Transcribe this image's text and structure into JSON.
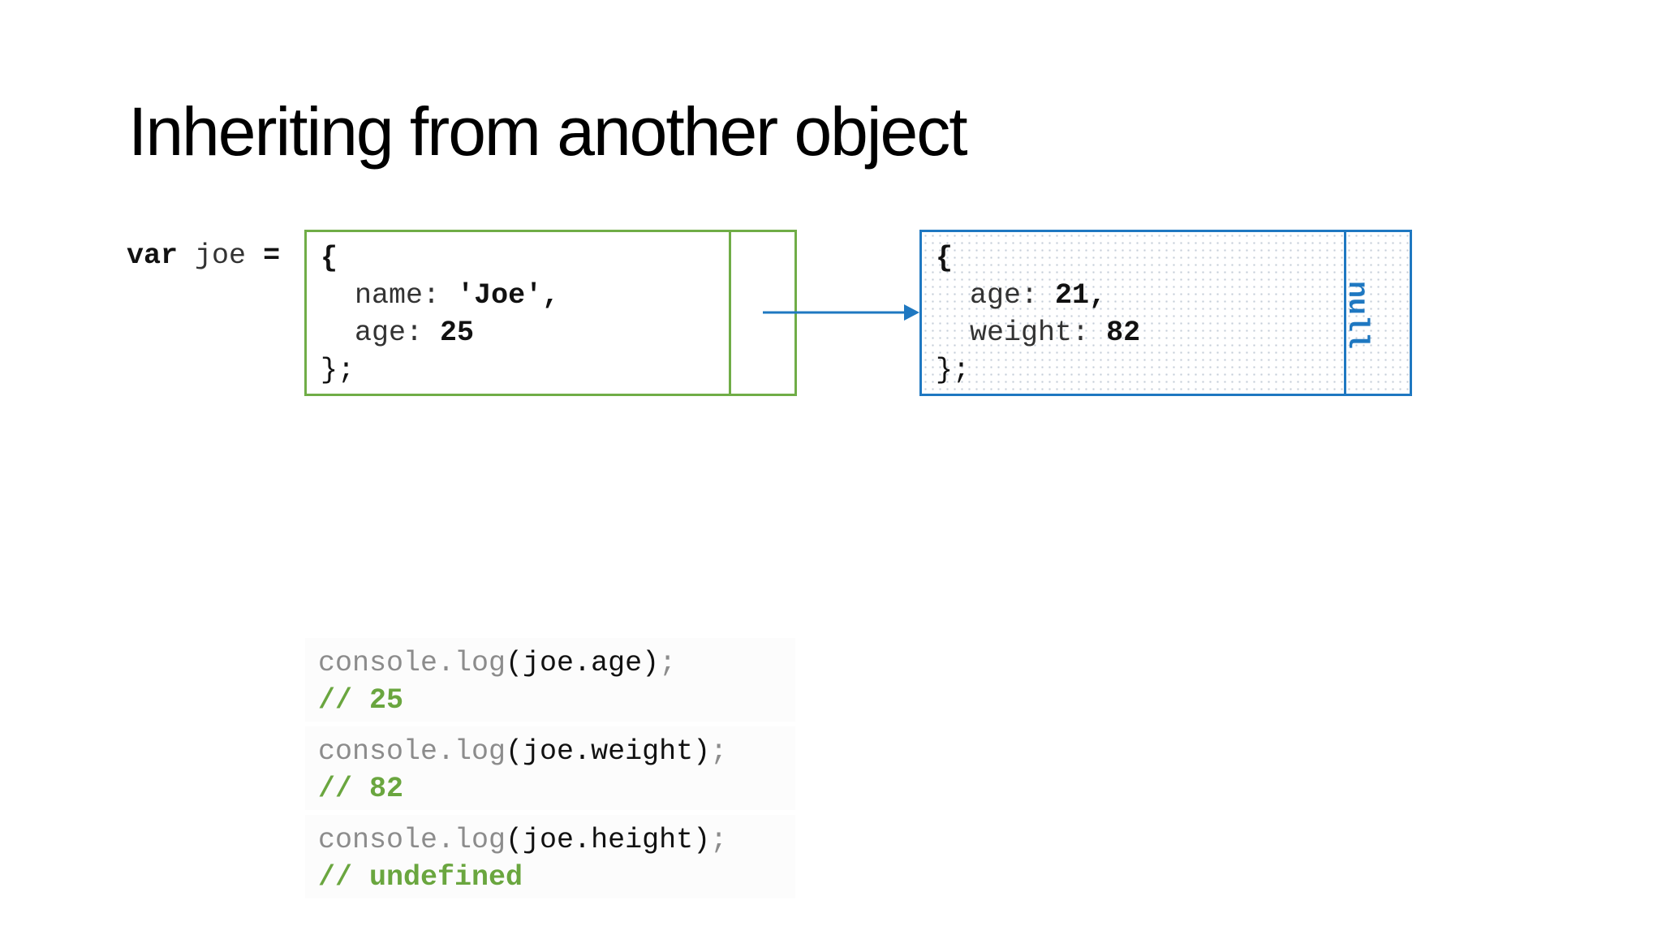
{
  "slide": {
    "title": "Inheriting from another object"
  },
  "declaration": {
    "keyword": "var",
    "name": "joe",
    "equals": "="
  },
  "joe_object": {
    "open": "{",
    "props": [
      {
        "key": "name:",
        "value": "'Joe',"
      },
      {
        "key": "age:",
        "value": "25"
      }
    ],
    "close": "};"
  },
  "prototype_object": {
    "open": "{",
    "props": [
      {
        "key": "age:",
        "value": "21,"
      },
      {
        "key": "weight:",
        "value": "82"
      }
    ],
    "close": "};",
    "proto_link": "null"
  },
  "console_examples": [
    {
      "fn": "console.log",
      "arg": "(joe.age)",
      "semi": ";",
      "result": "// 25"
    },
    {
      "fn": "console.log",
      "arg": "(joe.weight)",
      "semi": ";",
      "result": "// 82"
    },
    {
      "fn": "console.log",
      "arg": "(joe.height)",
      "semi": ";",
      "result": "// undefined"
    }
  ],
  "colors": {
    "green": "#70ad47",
    "blue": "#1f78c1",
    "comment_green": "#6aa63f"
  }
}
